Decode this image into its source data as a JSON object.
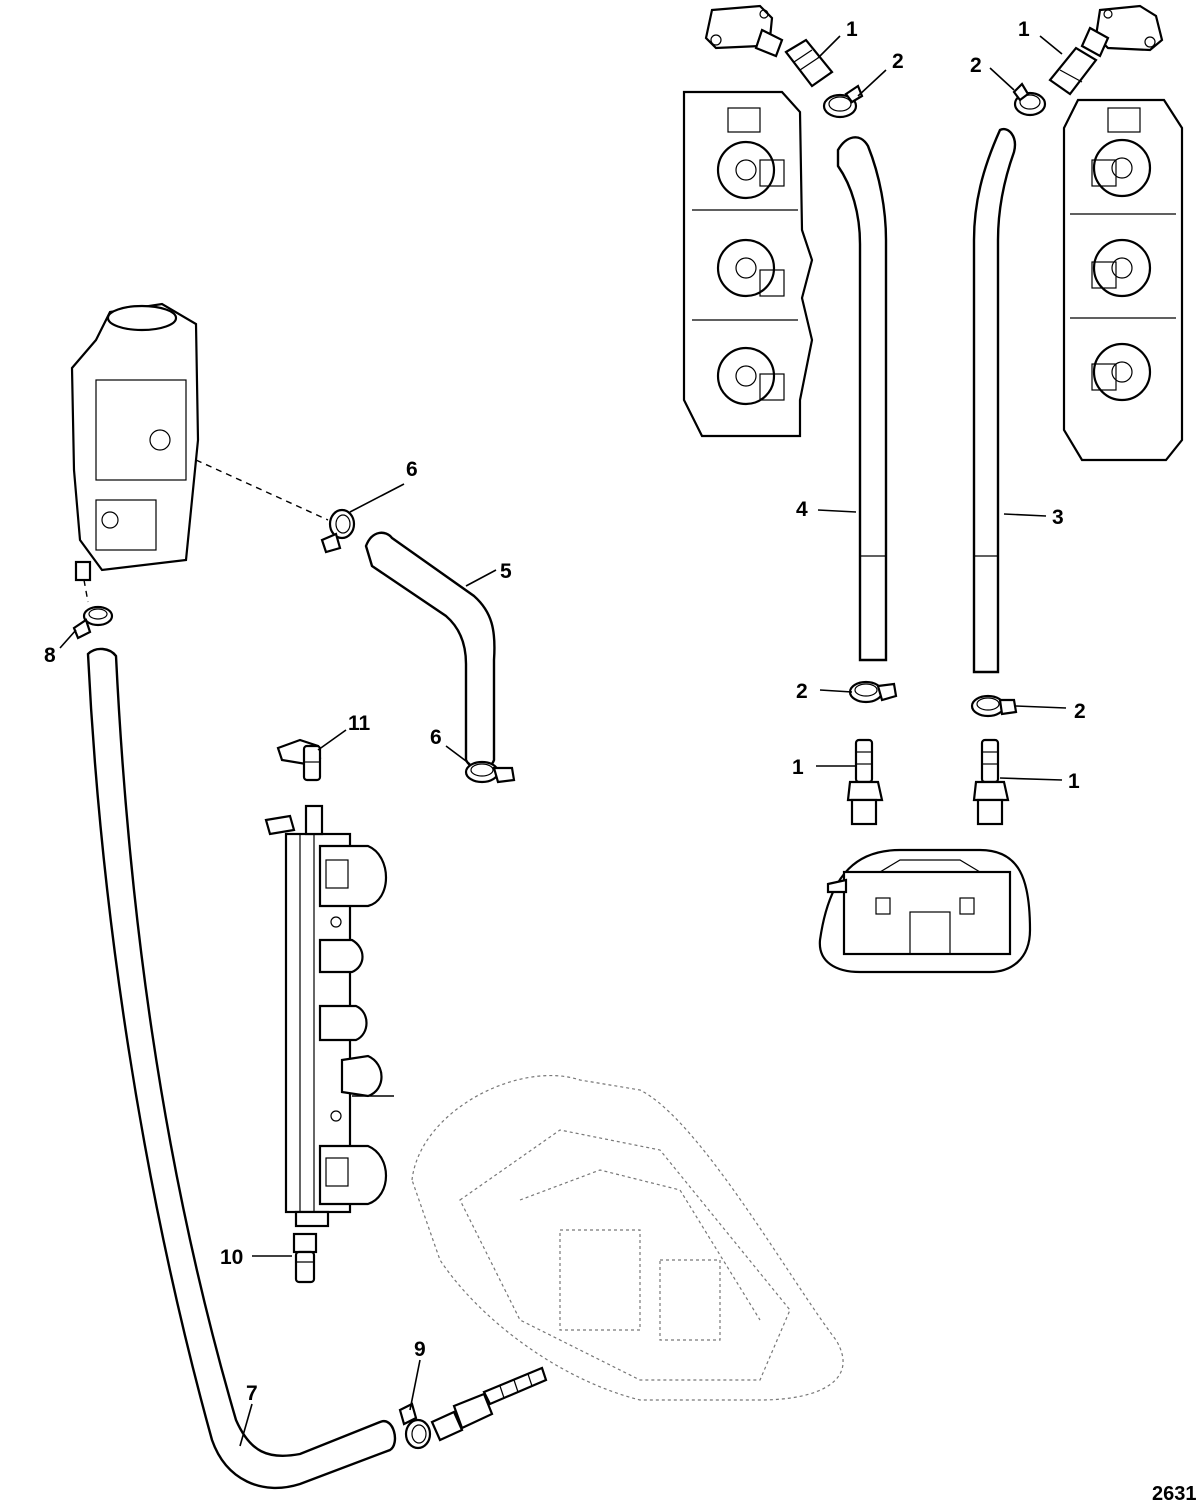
{
  "diagram": {
    "reference_number": "2631",
    "callouts": [
      {
        "id": "c1a",
        "label": "1"
      },
      {
        "id": "c2a",
        "label": "2"
      },
      {
        "id": "c1b",
        "label": "1"
      },
      {
        "id": "c2b",
        "label": "2"
      },
      {
        "id": "c4",
        "label": "4"
      },
      {
        "id": "c3",
        "label": "3"
      },
      {
        "id": "c2c",
        "label": "2"
      },
      {
        "id": "c2d",
        "label": "2"
      },
      {
        "id": "c1c",
        "label": "1"
      },
      {
        "id": "c1d",
        "label": "1"
      },
      {
        "id": "c6a",
        "label": "6"
      },
      {
        "id": "c5",
        "label": "5"
      },
      {
        "id": "c8",
        "label": "8"
      },
      {
        "id": "c11",
        "label": "11"
      },
      {
        "id": "c6b",
        "label": "6"
      },
      {
        "id": "c10",
        "label": "10"
      },
      {
        "id": "c9",
        "label": "9"
      },
      {
        "id": "c7",
        "label": "7"
      }
    ]
  }
}
